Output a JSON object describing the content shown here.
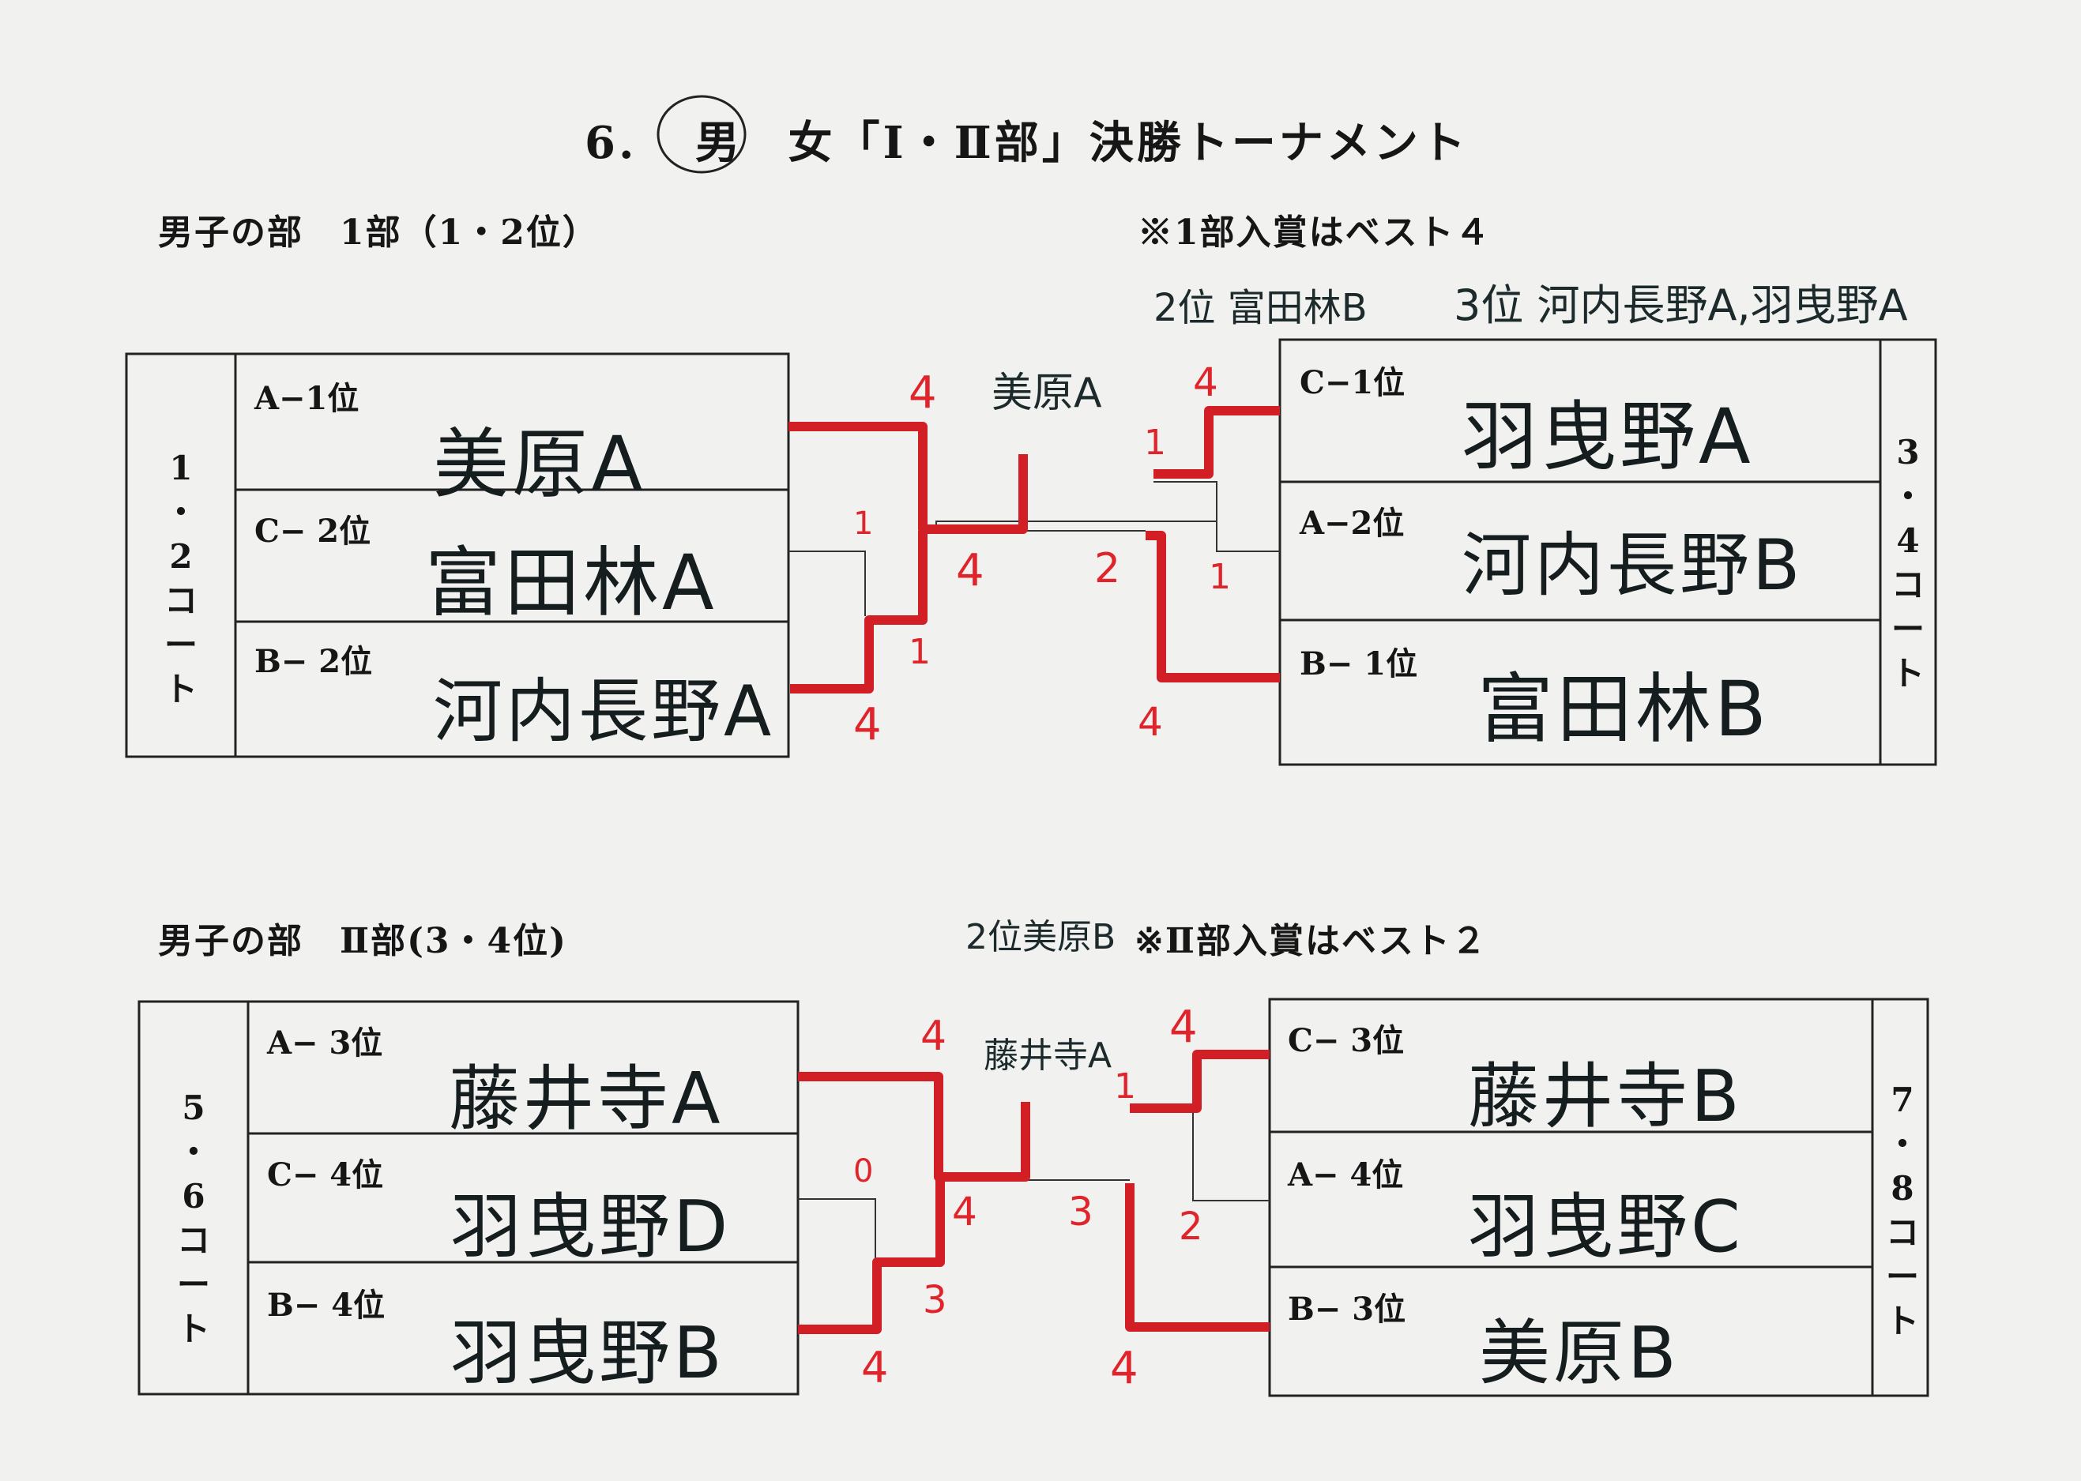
{
  "title": {
    "number": "6.",
    "men": "男",
    "women": "女「Ⅰ・Ⅱ部」決勝トーナメント"
  },
  "div1": {
    "heading": "男子の部　1部（1・2位）",
    "note": "※1部入賞はベスト４",
    "result_2nd": "2位 富田林B",
    "result_3rd": "3位 河内長野A,羽曳野A",
    "left_court": [
      "1",
      "・",
      "2",
      "コ",
      "ー",
      "ト"
    ],
    "right_court": [
      "3",
      "・",
      "4",
      "コ",
      "ー",
      "ト"
    ],
    "left_teams": [
      {
        "seed": "A−1位",
        "name": "美原A"
      },
      {
        "seed": "C− 2位",
        "name": "富田林A"
      },
      {
        "seed": "B− 2位",
        "name": "河内長野A"
      }
    ],
    "right_teams": [
      {
        "seed": "C−1位",
        "name": "羽曳野A"
      },
      {
        "seed": "A−2位",
        "name": "河内長野B"
      },
      {
        "seed": "B− 1位",
        "name": "富田林B"
      }
    ],
    "winner": "美原A",
    "scores": {
      "l_top": "4",
      "l_mid": "1",
      "l_bot_up": "1",
      "l_bot": "4",
      "l_final": "4",
      "r_top": "4",
      "r_mid1": "1",
      "r_mid2": "1",
      "r_bot": "4",
      "r_final": "2"
    }
  },
  "div2": {
    "heading": "男子の部　Ⅱ部(3・4位)",
    "note": "※Ⅱ部入賞はベスト２",
    "result_2nd": "2位美原B",
    "left_court": [
      "5",
      "・",
      "6",
      "コ",
      "ー",
      "ト"
    ],
    "right_court": [
      "7",
      "・",
      "8",
      "コ",
      "ー",
      "ト"
    ],
    "left_teams": [
      {
        "seed": "A− 3位",
        "name": "藤井寺A"
      },
      {
        "seed": "C− 4位",
        "name": "羽曳野D"
      },
      {
        "seed": "B− 4位",
        "name": "羽曳野B"
      }
    ],
    "right_teams": [
      {
        "seed": "C− 3位",
        "name": "藤井寺B"
      },
      {
        "seed": "A− 4位",
        "name": "羽曳野C"
      },
      {
        "seed": "B− 3位",
        "name": "美原B"
      }
    ],
    "winner": "藤井寺A",
    "scores": {
      "l_top": "4",
      "l_mid": "0",
      "l_bot_up": "3",
      "l_bot": "4",
      "l_final": "4",
      "r_top": "4",
      "r_mid1": "1",
      "r_mid2": "2",
      "r_bot": "4",
      "r_final": "3"
    }
  }
}
